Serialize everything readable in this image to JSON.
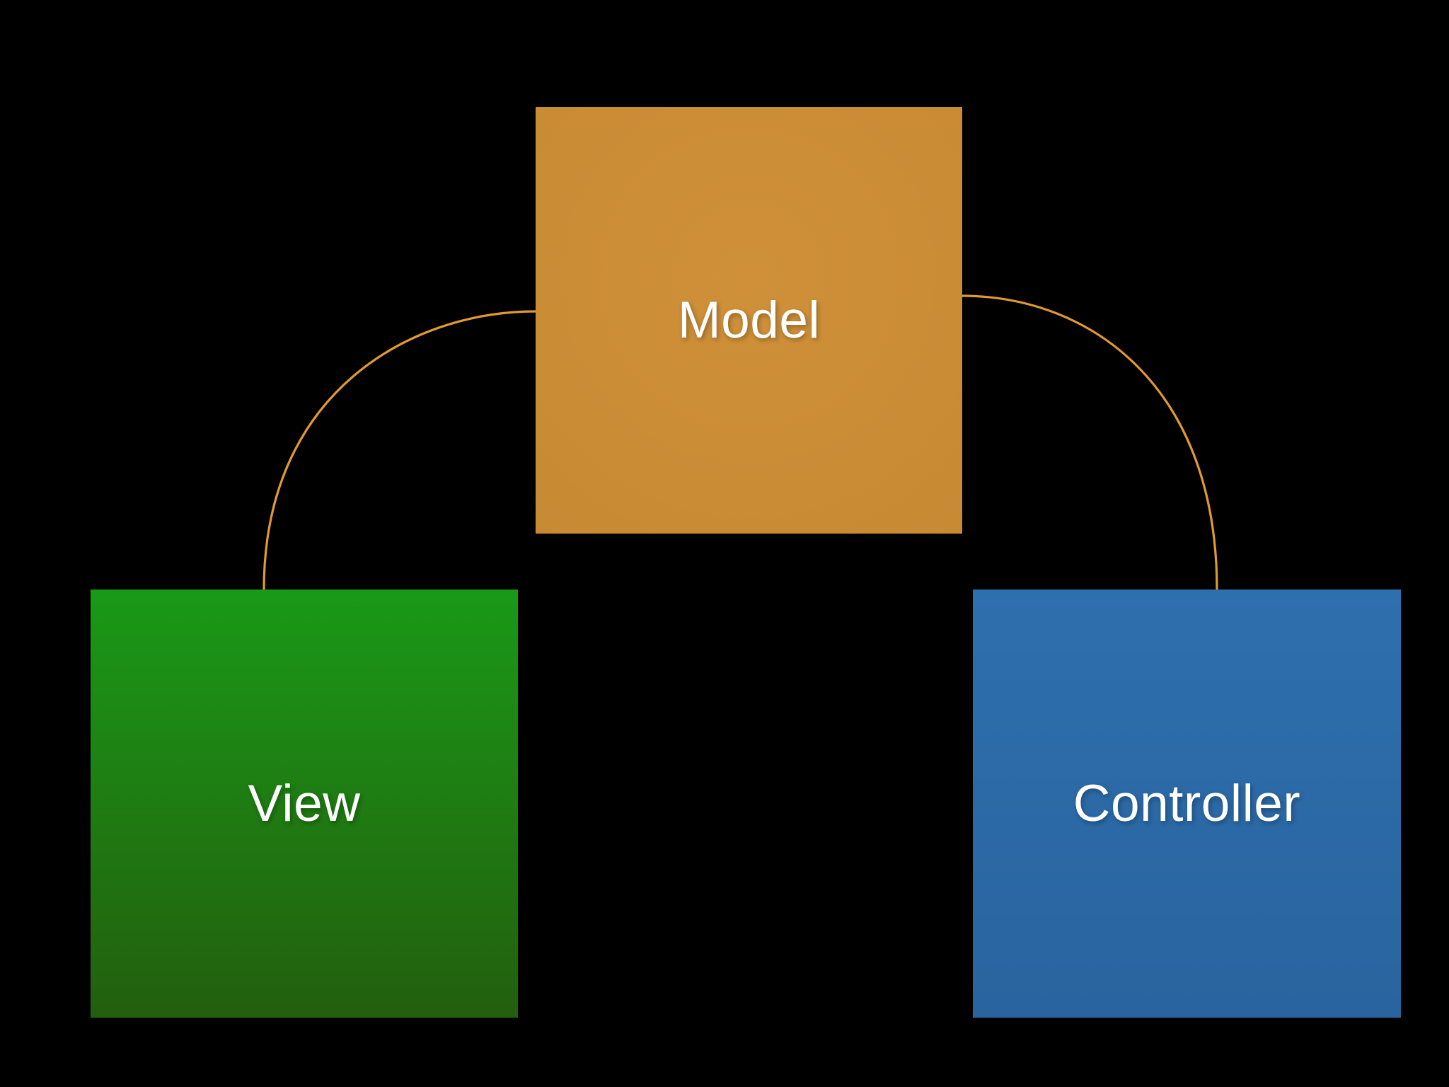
{
  "slide": {
    "kind": "presentation-slide"
  },
  "diagram": {
    "nodes": [
      {
        "id": "model",
        "label": "Model"
      },
      {
        "id": "view",
        "label": "View"
      },
      {
        "id": "controller",
        "label": "Controller"
      }
    ],
    "connectors": [
      {
        "from": "model",
        "to": "view"
      },
      {
        "from": "model",
        "to": "controller"
      }
    ]
  },
  "colors": {
    "background": "#000000",
    "model-fill-light": "#CF9039",
    "model-fill-dark": "#C2862F",
    "view-fill-top": "#1A9917",
    "view-fill-bottom": "#235F0E",
    "controller-fill-top": "#2E6FAE",
    "controller-fill-bottom": "#29649F",
    "connector-stroke": "#E29A2E",
    "label-text": "#FFFFFF"
  }
}
